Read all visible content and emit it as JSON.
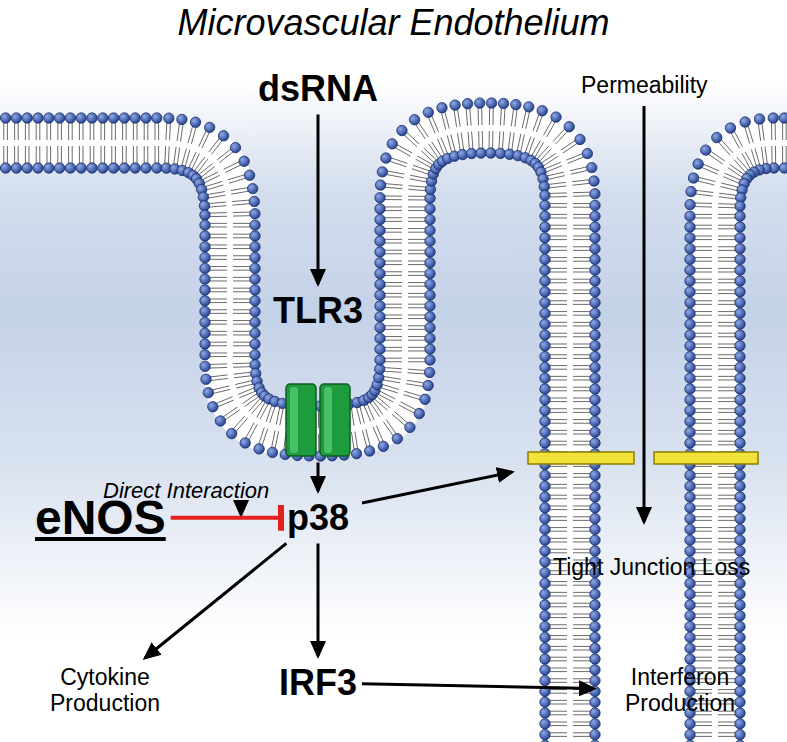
{
  "diagram": {
    "title": "Microvascular Endothelium",
    "nodes": [
      {
        "text": [
          "dsRNA"
        ]
      },
      {
        "text": [
          "TLR3"
        ]
      },
      {
        "text": [
          "eNOS"
        ]
      },
      {
        "text": [
          "p38"
        ]
      },
      {
        "text": [
          "Cytokine Production"
        ]
      },
      {
        "text": [
          "IRF3"
        ]
      },
      {
        "text": [
          "Interferon Production"
        ]
      }
    ],
    "edges": [
      {
        "from": 0,
        "to": 1,
        "arrow": "to"
      },
      {
        "from": 1,
        "to": 3,
        "arrow": "to"
      },
      {
        "from": 2,
        "to": 3,
        "arrow": "to"
      },
      {
        "from": 3,
        "to": 4,
        "arrow": "to"
      },
      {
        "from": 3,
        "to": 5,
        "arrow": "to"
      },
      {
        "from": 5,
        "to": 6,
        "arrow": "to"
      }
    ],
    "labels": [
      "Permeability",
      "Direct Interaction",
      "Tight Junction Loss"
    ]
  }
}
